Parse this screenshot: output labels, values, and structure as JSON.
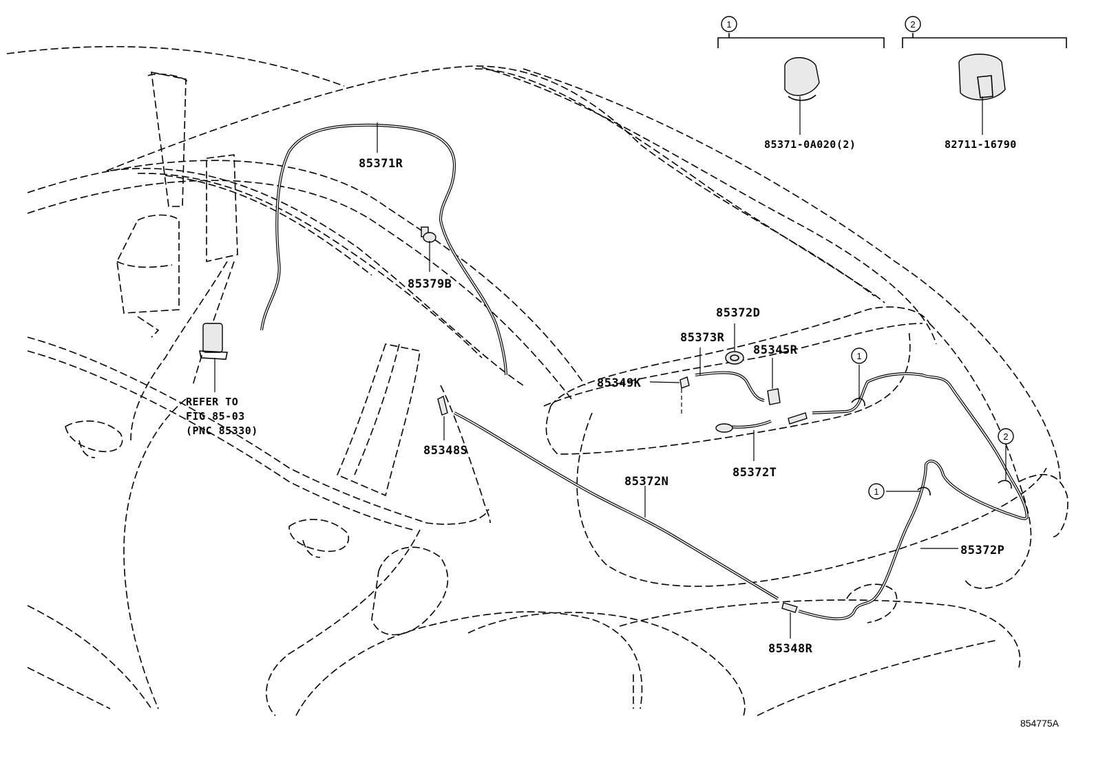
{
  "diagram_code": "854775A",
  "legend": [
    {
      "marker": "1",
      "part_number": "85371-0A020(2)"
    },
    {
      "marker": "2",
      "part_number": "82711-16790"
    }
  ],
  "labels": [
    {
      "id": "85371R",
      "text": "85371R"
    },
    {
      "id": "85379B",
      "text": "85379B"
    },
    {
      "id": "85372D",
      "text": "85372D"
    },
    {
      "id": "85373R",
      "text": "85373R"
    },
    {
      "id": "85345R",
      "text": "85345R"
    },
    {
      "id": "85349K",
      "text": "85349K"
    },
    {
      "id": "85348S",
      "text": "85348S"
    },
    {
      "id": "85372T",
      "text": "85372T"
    },
    {
      "id": "85372N",
      "text": "85372N"
    },
    {
      "id": "85372P",
      "text": "85372P"
    },
    {
      "id": "85348R",
      "text": "85348R"
    }
  ],
  "reference_note": [
    "REFER TO",
    "FIG 85-03",
    "(PNC 85330)"
  ],
  "callouts": [
    {
      "id": "c1a",
      "marker": "1"
    },
    {
      "id": "c1b",
      "marker": "1"
    },
    {
      "id": "c2",
      "marker": "2"
    }
  ]
}
